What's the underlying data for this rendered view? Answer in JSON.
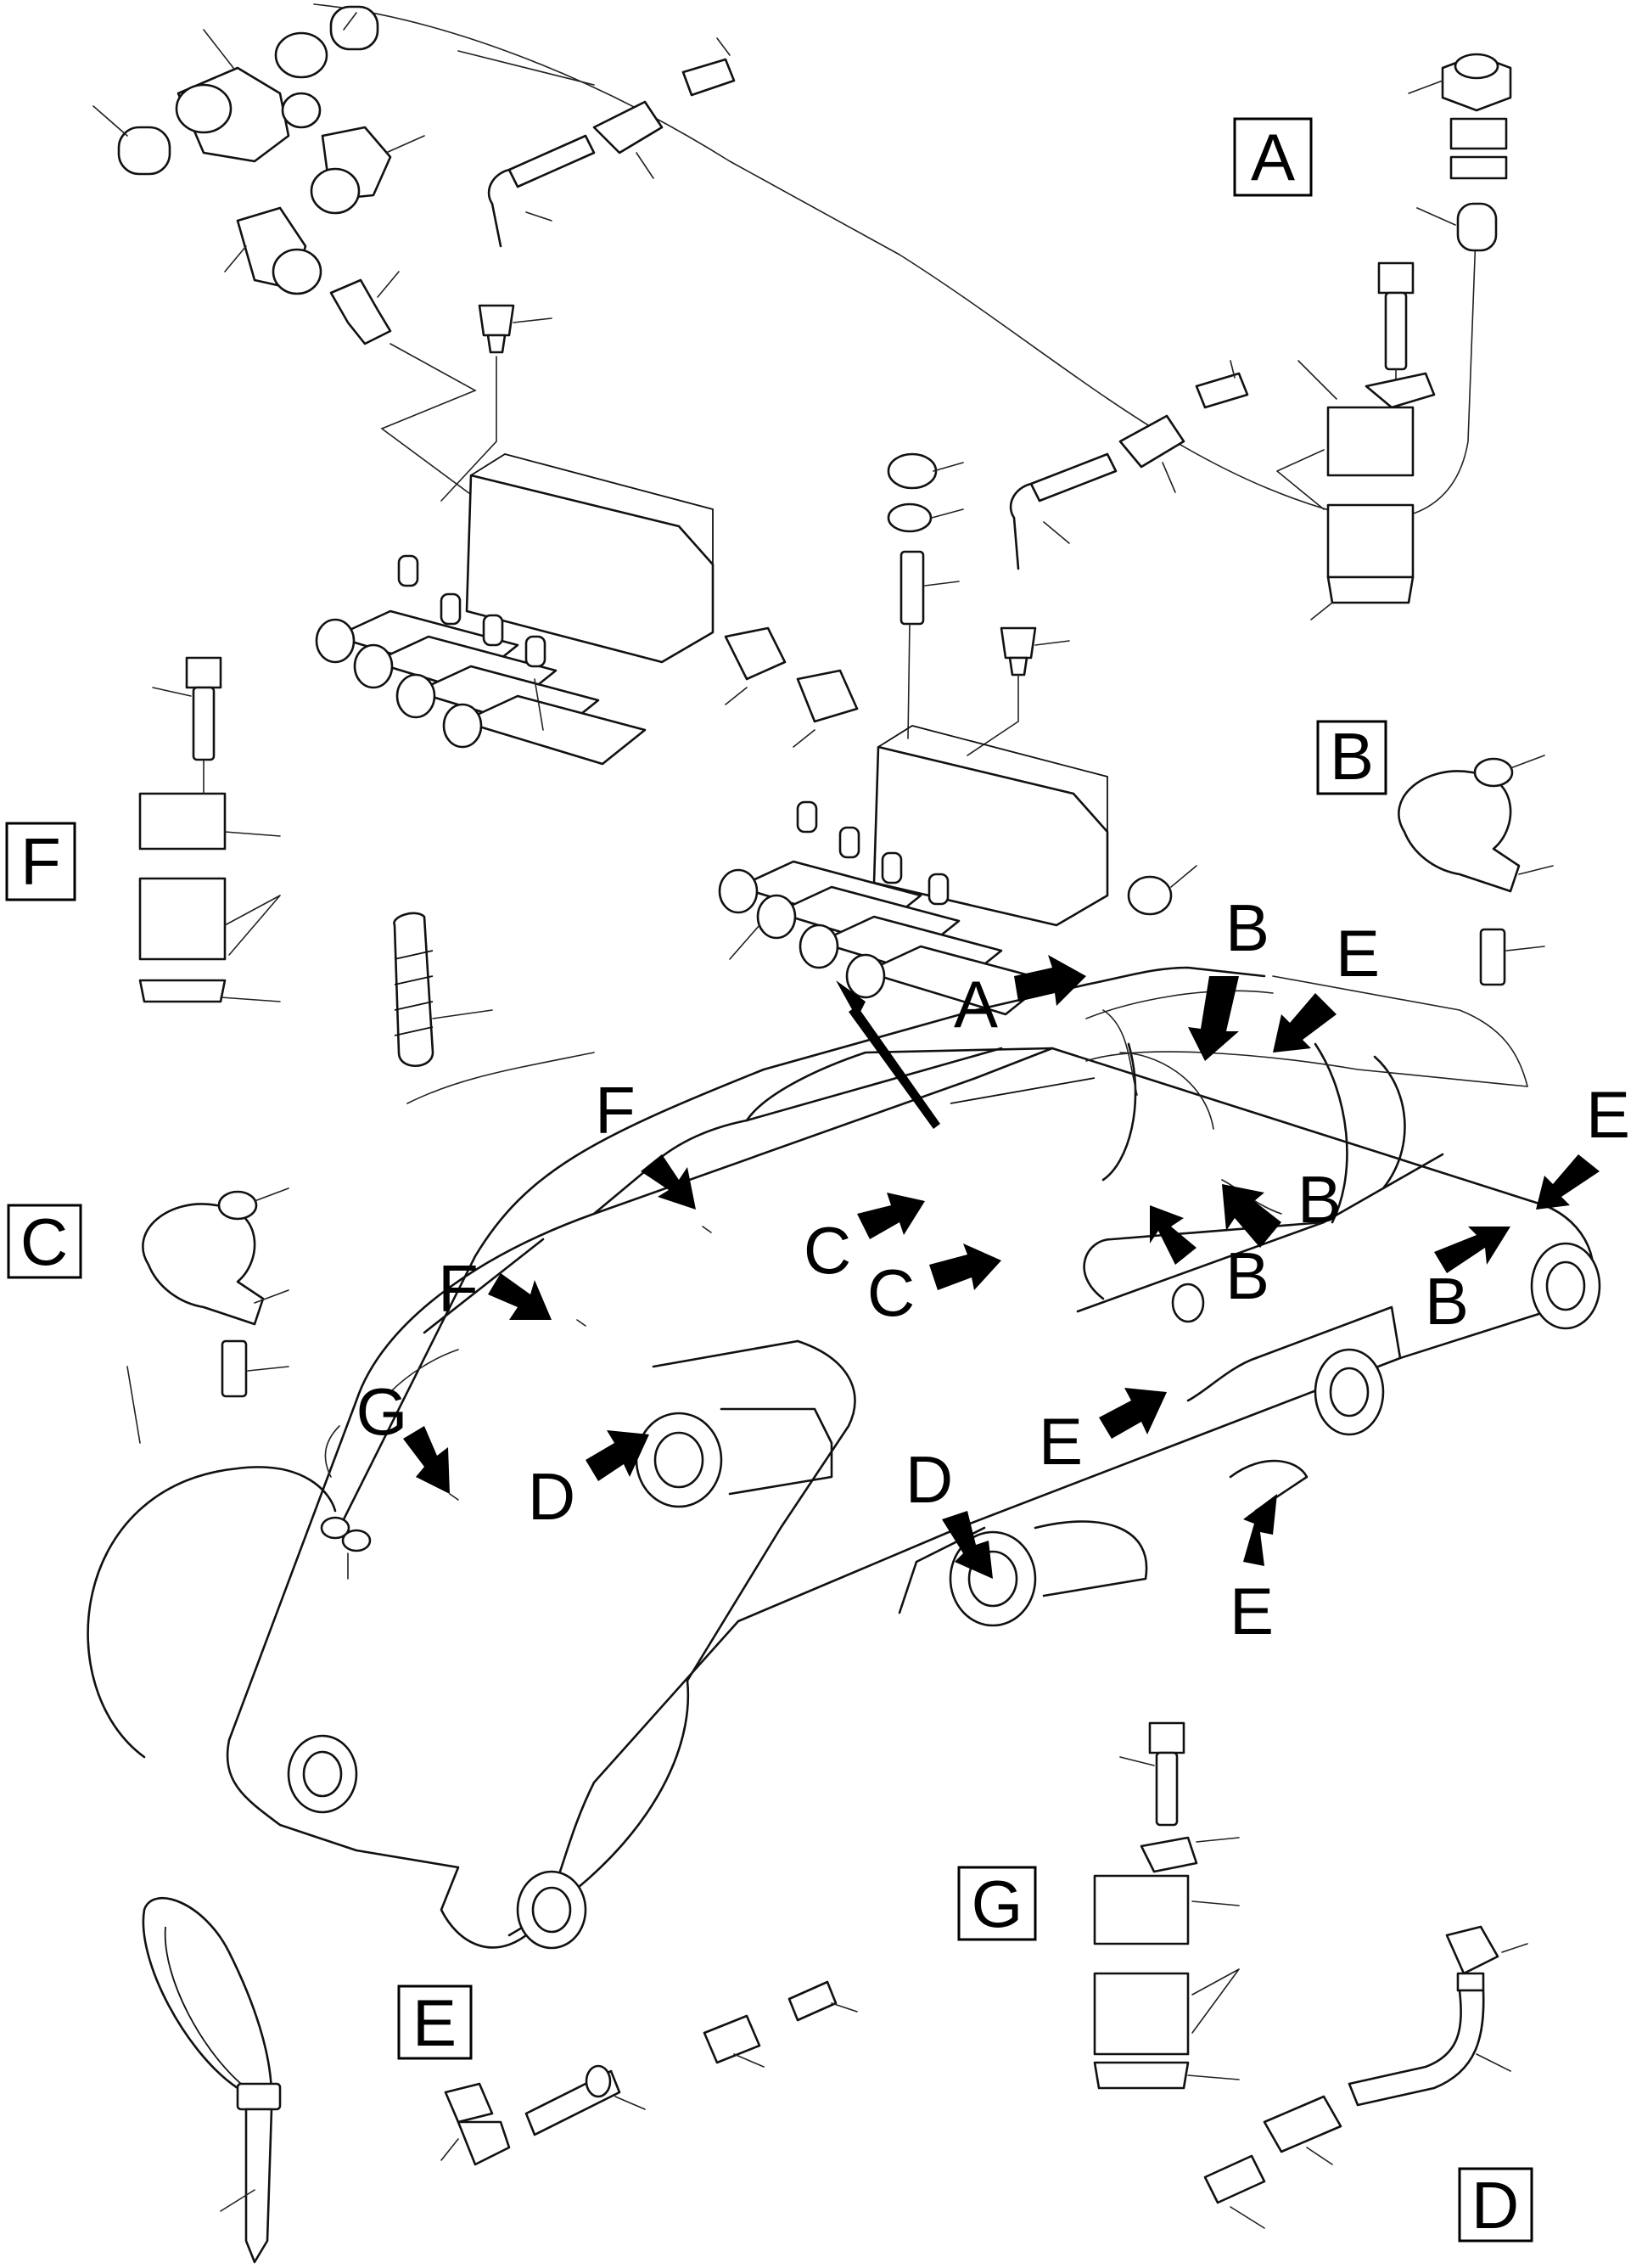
{
  "labels": {
    "box_a": "A",
    "box_b": "B",
    "box_c": "C",
    "box_d": "D",
    "box_e": "E",
    "box_f": "F",
    "box_g": "G",
    "arrow_a": "A",
    "arrow_b1": "B",
    "arrow_b2": "B",
    "arrow_b3": "B",
    "arrow_b4": "B",
    "arrow_c1": "C",
    "arrow_c2": "C",
    "arrow_d1": "D",
    "arrow_d2": "D",
    "arrow_e1": "E",
    "arrow_e2": "E",
    "arrow_e3": "E",
    "arrow_e4": "E",
    "arrow_f1": "F",
    "arrow_f2": "F",
    "arrow_g": "G"
  }
}
